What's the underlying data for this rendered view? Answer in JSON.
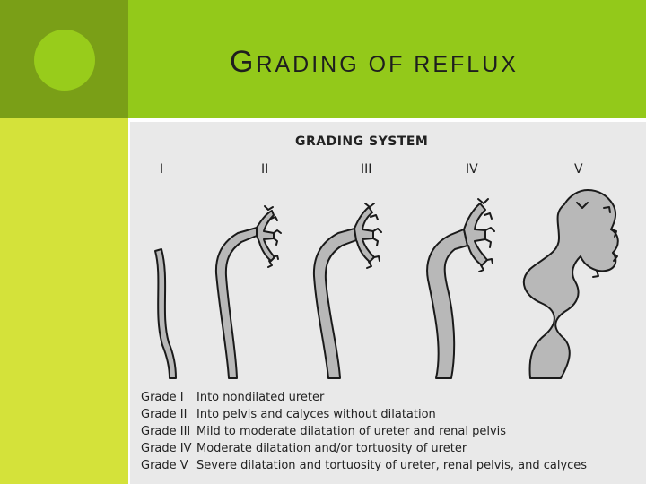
{
  "slide": {
    "title_first_letter": "G",
    "title_rest": "RADING OF REFLUX"
  },
  "figure": {
    "title": "GRADING SYSTEM",
    "numerals": [
      "I",
      "II",
      "III",
      "IV",
      "V"
    ],
    "legend": [
      {
        "grade": "Grade I",
        "description": "Into nondilated ureter"
      },
      {
        "grade": "Grade II",
        "description": "Into pelvis and calyces without dilatation"
      },
      {
        "grade": "Grade III",
        "description": "Mild to moderate dilatation of ureter and renal pelvis"
      },
      {
        "grade": "Grade IV",
        "description": "Moderate dilatation and/or tortuosity of ureter"
      },
      {
        "grade": "Grade V",
        "description": "Severe dilatation and tortuosity of ureter, renal pelvis, and calyces"
      }
    ]
  },
  "colors": {
    "header_green": "#93c91a",
    "corner_green": "#7a9f17",
    "side_green": "#d4e23a",
    "ureter_fill": "#b8b8b8"
  }
}
